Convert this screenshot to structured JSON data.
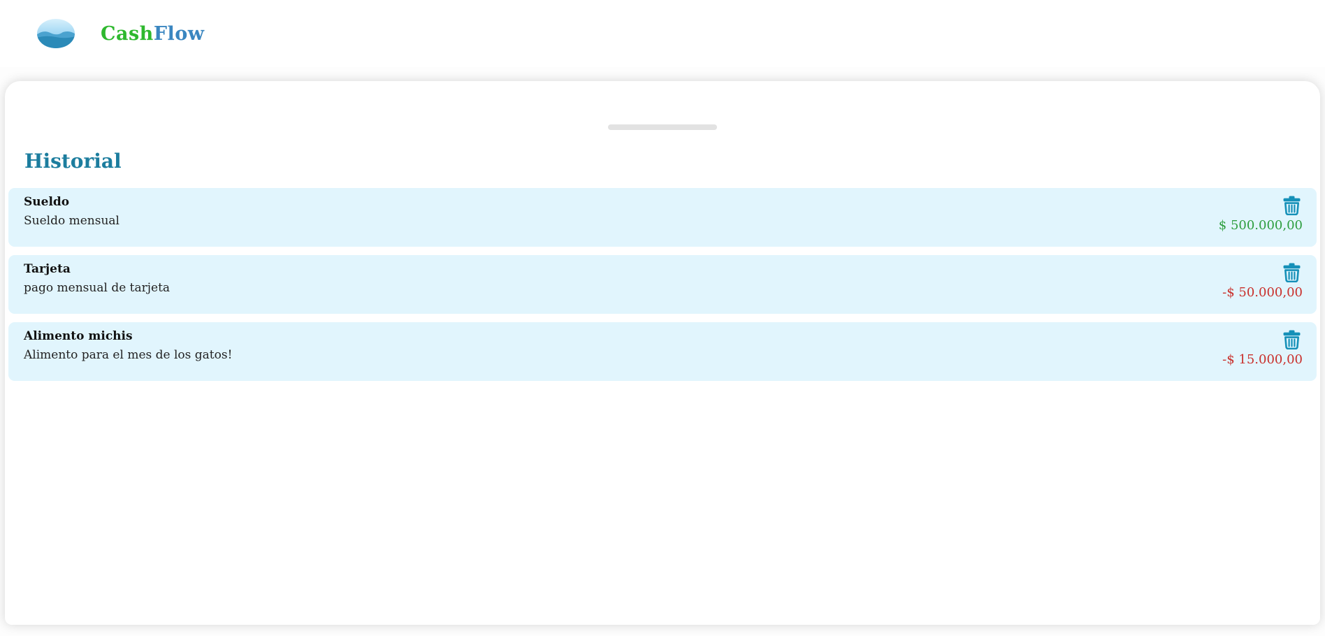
{
  "header": {
    "brand_cash": "Cash",
    "brand_flow": "Flow",
    "logo": "lake-ellipse-logo"
  },
  "sheet": {
    "title": "Historial",
    "drag_handle": "drag-handle-bar"
  },
  "transactions": [
    {
      "title": "Sueldo",
      "description": "Sueldo mensual",
      "amount": "$ 500.000,00",
      "type": "income",
      "delete_icon": "trash-icon"
    },
    {
      "title": "Tarjeta",
      "description": "pago mensual de tarjeta",
      "amount": "-$ 50.000,00",
      "type": "expense",
      "delete_icon": "trash-icon"
    },
    {
      "title": "Alimento michis",
      "description": "Alimento para el mes de los gatos!",
      "amount": "-$ 15.000,00",
      "type": "expense",
      "delete_icon": "trash-icon"
    }
  ],
  "colors": {
    "brand_green": "#2eb82e",
    "brand_blue": "#3a86c0",
    "heading_teal": "#1c7d9e",
    "row_background": "#e1f5fd",
    "trash_icon_teal": "#1590b8",
    "income_green": "#2e9e3f",
    "expense_red": "#c9302c",
    "handle_gray": "#e2e2e2"
  }
}
